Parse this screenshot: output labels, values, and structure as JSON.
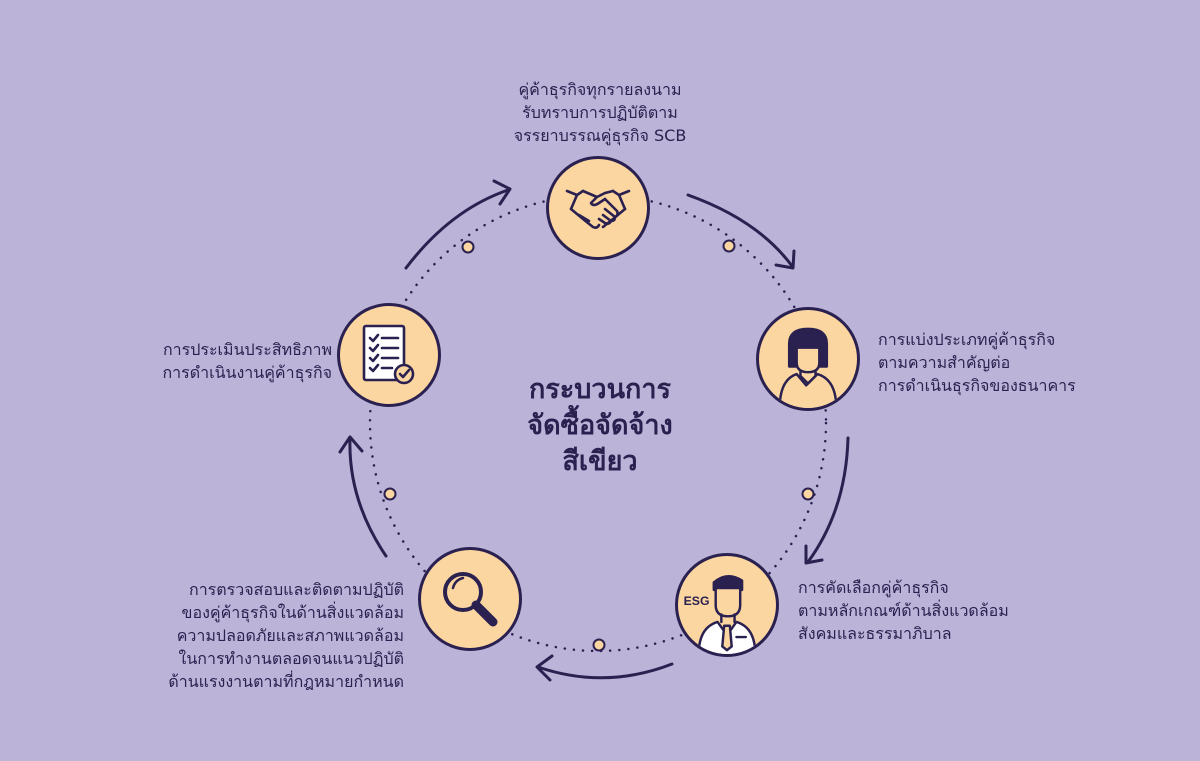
{
  "colors": {
    "background": "#bcb3d8",
    "node_fill": "#fbd6a0",
    "ink": "#2a2150"
  },
  "center_title": [
    "กระบวนการ",
    "จัดซื้อจัดจ้าง",
    "สีเขียว"
  ],
  "steps": [
    {
      "icon": "handshake-icon",
      "lines": [
        "คู่ค้าธุรกิจทุกรายลงนาม",
        "รับทราบการปฏิบัติตาม",
        "จรรยาบรรณคู่ธุรกิจ SCB"
      ]
    },
    {
      "icon": "person-icon",
      "lines": [
        "การแบ่งประเภทคู่ค้าธุรกิจ",
        "ตามความสำคัญต่อ",
        "การดำเนินธุรกิจของธนาคาร"
      ]
    },
    {
      "icon": "esg-businessman-icon",
      "badge": "ESG",
      "lines": [
        "การคัดเลือกคู่ค้าธุรกิจ",
        "ตามหลักเกณฑ์ด้านสิ่งแวดล้อม",
        "สังคมและธรรมาภิบาล"
      ]
    },
    {
      "icon": "magnifier-icon",
      "lines": [
        "การตรวจสอบและติดตามปฏิบัติ",
        "ของคู่ค้าธุรกิจในด้านสิ่งแวดล้อม",
        "ความปลอดภัยและสภาพแวดล้อม",
        "ในการทำงานตลอดจนแนวปฏิบัติ",
        "ด้านแรงงานตามที่กฎหมายกำหนด"
      ]
    },
    {
      "icon": "checklist-icon",
      "lines": [
        "การประเมินประสิทธิภาพ",
        "การดำเนินงานคู่ค้าธุรกิจ"
      ]
    }
  ]
}
